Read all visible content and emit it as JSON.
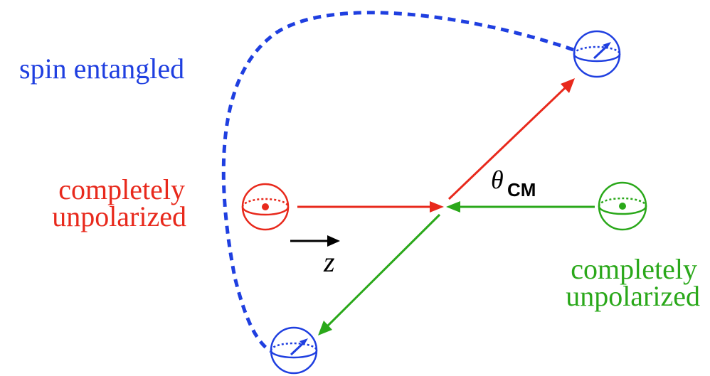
{
  "labels": {
    "spin_entangled": "spin entangled",
    "left_line1": "completely",
    "left_line2": "unpolarized",
    "right_line1": "completely",
    "right_line2": "unpolarized",
    "theta": "θ",
    "theta_sub": "CM",
    "z_axis": "z"
  },
  "colors": {
    "blue": "#1f3fe0",
    "red": "#e8291c",
    "green": "#2aa81a",
    "black": "#000000"
  },
  "icons": {
    "incoming_particle_left": "unpolarized-sphere-icon",
    "incoming_particle_right": "unpolarized-sphere-icon",
    "outgoing_particle_top": "spin-sphere-icon",
    "outgoing_particle_bottom": "spin-sphere-icon"
  }
}
